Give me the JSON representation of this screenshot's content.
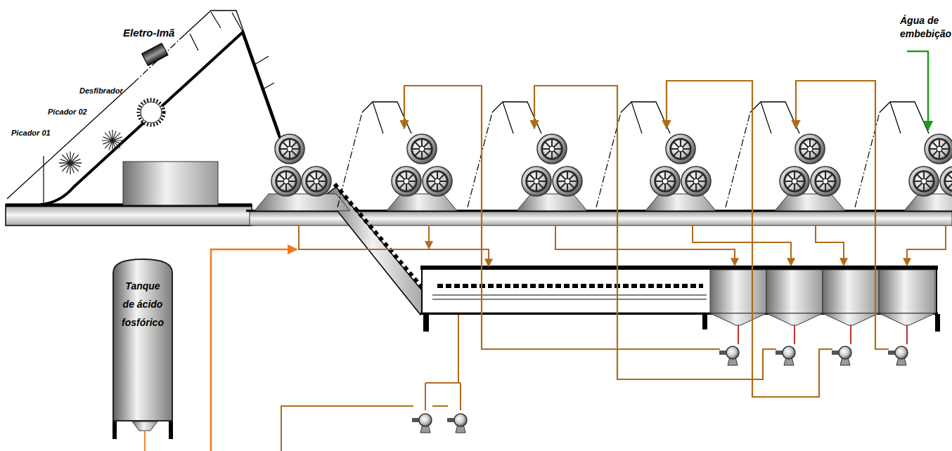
{
  "diagram": {
    "nodes": [
      {
        "text": [
          "Eletro-Imã"
        ]
      },
      {
        "text": [
          "Tanque de ácido fosfórico"
        ]
      }
    ],
    "labels": [
      "Desfibrador",
      "Picador 02",
      "Picador 01",
      "Água de embebição"
    ]
  }
}
